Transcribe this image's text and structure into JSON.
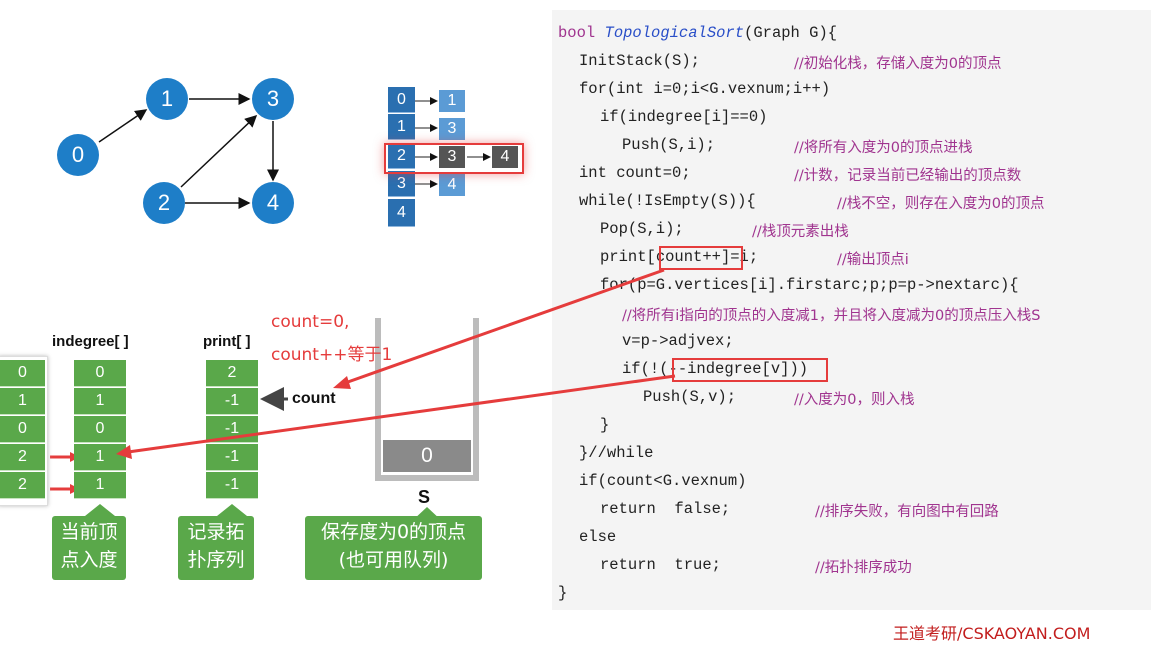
{
  "graph": {
    "nodes": [
      "0",
      "1",
      "2",
      "3",
      "4"
    ]
  },
  "adjacency": {
    "vertices": [
      "0",
      "1",
      "2",
      "3",
      "4"
    ],
    "rows": [
      {
        "cells": [
          {
            "v": "1",
            "style": "blue"
          }
        ]
      },
      {
        "cells": [
          {
            "v": "3",
            "style": "blue"
          }
        ]
      },
      {
        "cells": [
          {
            "v": "3",
            "style": "dark"
          },
          {
            "v": "4",
            "style": "dark"
          }
        ]
      },
      {
        "cells": [
          {
            "v": "4",
            "style": "blue"
          }
        ]
      },
      {
        "cells": []
      }
    ]
  },
  "arrays": {
    "index_values": [
      "0",
      "1",
      "0",
      "2",
      "2"
    ],
    "indegree_label": "indegree[ ]",
    "indegree_values": [
      "0",
      "1",
      "0",
      "1",
      "1"
    ],
    "print_label": "print[ ]",
    "print_values": [
      "2",
      "-1",
      "-1",
      "-1",
      "-1"
    ],
    "count_label": "count",
    "note_line1": "count=0,",
    "note_line2": "count++等于1"
  },
  "stack": {
    "top_value": "0",
    "label": "S"
  },
  "captions": {
    "indegree_caption": [
      "当前顶",
      "点入度"
    ],
    "print_caption": [
      "记录拓",
      "扑序列"
    ],
    "stack_caption": [
      "保存度为0的顶点",
      "(也可用队列)"
    ]
  },
  "code": {
    "line1_kw": "bool ",
    "line1_fn": "TopologicalSort",
    "line1_rest": "(Graph G){",
    "line2": "InitStack(S);",
    "line2_cm": "//初始化栈，存储入度为0的顶点",
    "line3": "for(int i=0;i<G.vexnum;i++)",
    "line4": "if(indegree[i]==0)",
    "line5": "Push(S,i);",
    "line5_cm": "//将所有入度为0的顶点进栈",
    "line6": "int count=0;",
    "line6_cm": "//计数，记录当前已经输出的顶点数",
    "line7": "while(!IsEmpty(S)){",
    "line7_cm": "//栈不空，则存在入度为0的顶点",
    "line8": "Pop(S,i);",
    "line8_cm": "//栈顶元素出栈",
    "line9_a": "print[",
    "line9_b": "count++",
    "line9_c": "]=i;",
    "line9_cm": "//输出顶点i",
    "line10": "for(p=G.vertices[i].firstarc;p;p=p->nextarc){",
    "line11_cm": "//将所有i指向的顶点的入度减1，并且将入度减为0的顶点压入栈S",
    "line12": "v=p->adjvex;",
    "line13_a": "if(!(",
    "line13_b": "--indegree[v]",
    "line13_c": "))",
    "line14": "Push(S,v);",
    "line14_cm": "//入度为0，则入栈",
    "line15": "}",
    "line16": "}//while",
    "line17": "if(count<G.vexnum)",
    "line18": "return  false;",
    "line18_cm": "//排序失败，有向图中有回路",
    "line19": "else",
    "line20": "return  true;",
    "line20_cm": "//拓扑排序成功",
    "line21": "}"
  },
  "footer": "王道考研/CSKAOYAN.COM",
  "colors": {
    "node_blue": "#1e7ec8",
    "array_green": "#5aa84a",
    "highlight_red": "#e53c3c",
    "comment_purple": "#a0348f"
  }
}
